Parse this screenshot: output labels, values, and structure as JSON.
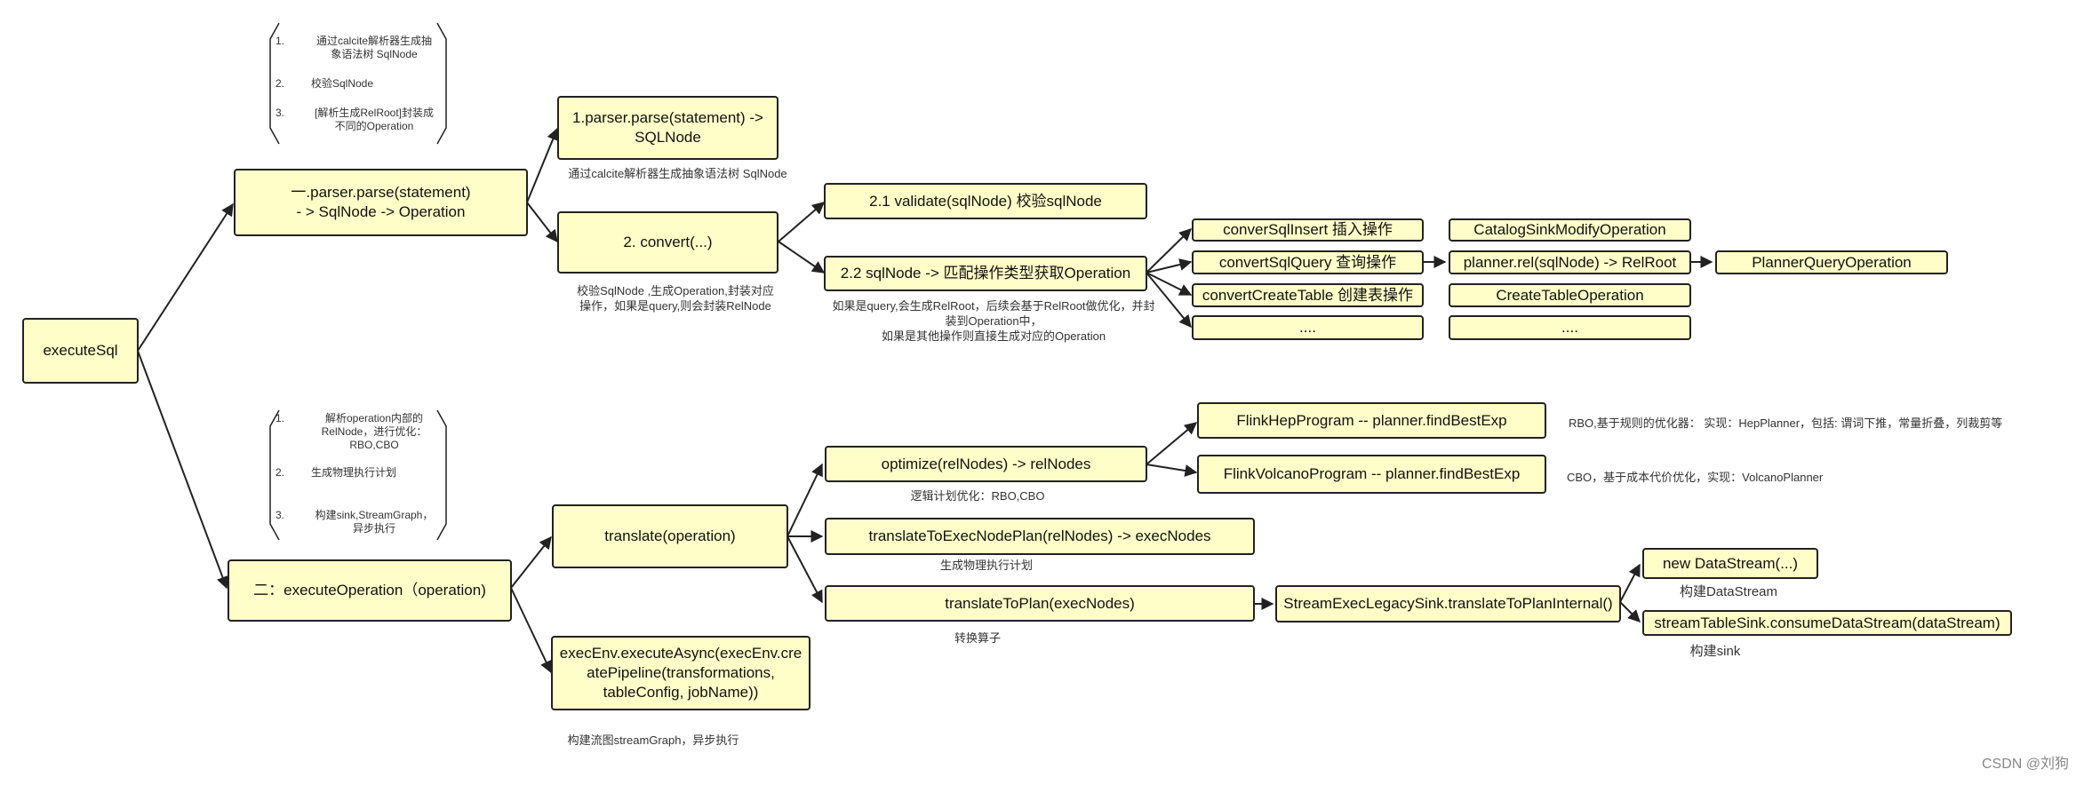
{
  "nodes": {
    "execute_sql": "executeSql",
    "parser_parse": "一.parser.parse(statement)\n- > SqlNode -> Operation",
    "execute_operation": "二：executeOperation（operation)",
    "parse_sqlnode": "1.parser.parse(statement) ->\nSQLNode",
    "convert": "2. convert(...)",
    "validate": "2.1 validate(sqlNode)          校验sqlNode",
    "sqlnode_match": "2.2 sqlNode -> 匹配操作类型获取Operation",
    "conver_sql_insert": "converSqlInsert 插入操作",
    "convert_sql_query": "convertSqlQuery 查询操作",
    "convert_create_table": "convertCreateTable 创建表操作",
    "ellipsis_1": "....",
    "catalog_sink": "CatalogSinkModifyOperation",
    "planner_rel": "planner.rel(sqlNode) -> RelRoot",
    "create_table_op": "CreateTableOperation",
    "ellipsis_2": "....",
    "planner_query_op": "PlannerQueryOperation",
    "translate_operation": "translate(operation)",
    "execute_async": "execEnv.executeAsync(execEnv.cre\natePipeline(transformations,\ntableConfig, jobName))",
    "optimize": "optimize(relNodes) -> relNodes",
    "translate_exec_node_plan": "translateToExecNodePlan(relNodes) -> execNodes",
    "translate_to_plan": "translateToPlan(execNodes)",
    "flink_hep": "FlinkHepProgram --  planner.findBestExp",
    "flink_volcano": "FlinkVolcanoProgram --  planner.findBestExp",
    "stream_exec_legacy_sink": "StreamExecLegacySink.translateToPlanInternal()",
    "new_datastream": "new DataStream(...)",
    "consume_datastream": "streamTableSink.consumeDataStream(dataStream)"
  },
  "notes": {
    "parse_note": "通过calcite解析器生成抽象语法树 SqlNode",
    "convert_note": "校验SqlNode ,生成Operation,封装对应\n操作，如果是query,则会封装RelNode",
    "match_note": "如果是query,会生成RelRoot，后续会基于RelRoot做优化，并封\n装到Operation中，\n如果是其他操作则直接生成对应的Operation",
    "optimize_note": "逻辑计划优化：RBO,CBO",
    "exec_plan_note": "生成物理执行计划",
    "to_plan_note": "转换算子",
    "async_note": "构建流图streamGraph，异步执行",
    "rbo_note": "RBO,基于规则的优化器：  实现：HepPlanner，包括: 谓词下推，常量折叠，列裁剪等",
    "cbo_note": "CBO，基于成本代价优化，实现：VolcanoPlanner",
    "build_datastream_note": "构建DataStream",
    "build_sink_note": "构建sink"
  },
  "brace_top": {
    "items": [
      {
        "num": "1.",
        "text": "通过calcite解析器生成抽\n象语法树 SqlNode"
      },
      {
        "num": "2.",
        "text": "校验SqlNode"
      },
      {
        "num": "3.",
        "text": "[解析生成RelRoot]封装成\n不同的Operation"
      }
    ]
  },
  "brace_bottom": {
    "items": [
      {
        "num": "1.",
        "text": "解析operation内部的\nRelNode，进行优化：\nRBO,CBO"
      },
      {
        "num": "2.",
        "text": "生成物理执行计划"
      },
      {
        "num": "3.",
        "text": "构建sink,StreamGraph，\n异步执行"
      }
    ]
  },
  "watermark": "CSDN @刘狗",
  "colors": {
    "box_fill": "#fffec8",
    "stroke": "#222222"
  }
}
